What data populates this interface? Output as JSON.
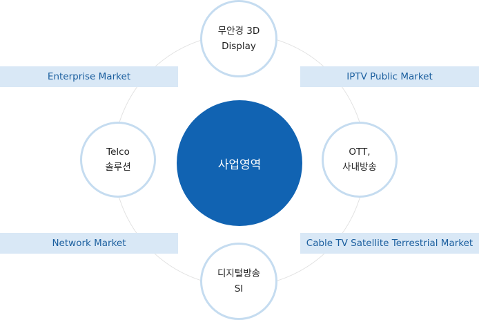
{
  "center": {
    "label": "사업영역"
  },
  "nodes": {
    "top": {
      "line1": "무안경 3D",
      "line2": "Display"
    },
    "right": {
      "line1": "OTT,",
      "line2": "사내방송"
    },
    "bottom": {
      "line1": "디지털방송",
      "line2": "SI"
    },
    "left": {
      "line1": "Telco",
      "line2": "솔루션"
    }
  },
  "markets": {
    "top_left": "Enterprise Market",
    "top_right": "IPTV Public Market",
    "bottom_left": "Network Market",
    "bottom_right": "Cable TV Satellite Terrestrial Market"
  },
  "colors": {
    "center_fill": "#1163b2",
    "node_border": "#c5dcf0",
    "band_fill": "#d9e8f6",
    "band_text": "#1a5e9e"
  }
}
